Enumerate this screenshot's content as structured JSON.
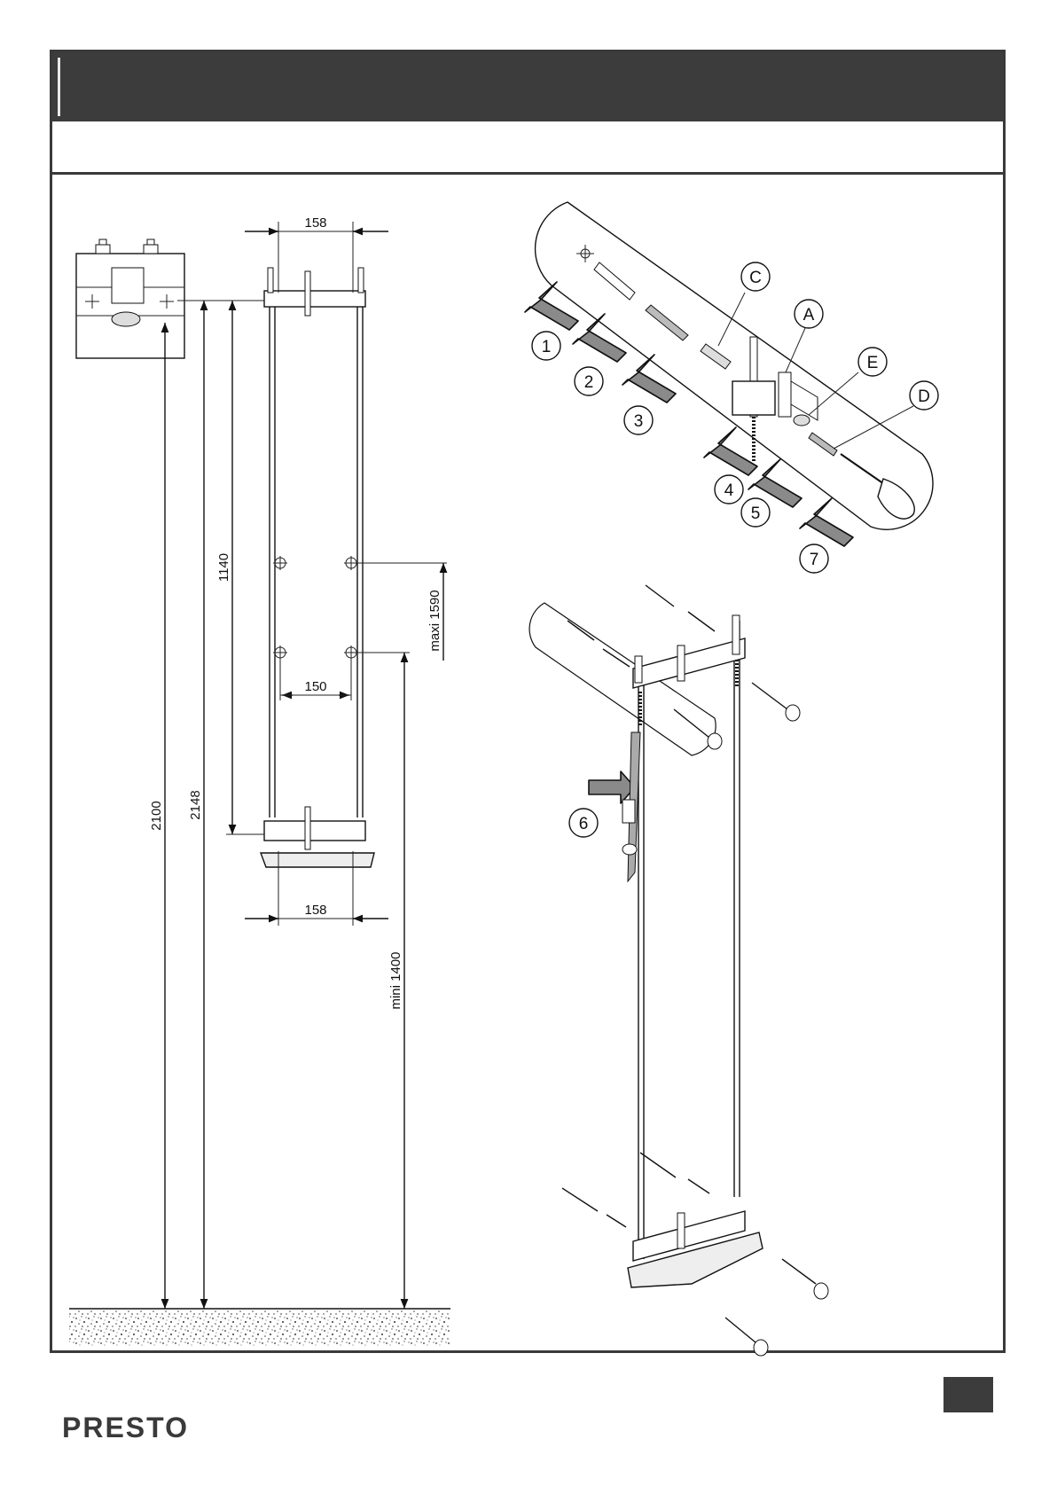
{
  "dimensions": {
    "top_width": "158",
    "bottom_width": "158",
    "hole_spacing": "150",
    "rail_length": "1140",
    "max_height": "maxi 1590",
    "min_height": "mini 1400",
    "floor_to_shower": "2100",
    "floor_to_top": "2148"
  },
  "callouts": {
    "step1": "1",
    "step2": "2",
    "step3": "3",
    "step4": "4",
    "step5": "5",
    "step6": "6",
    "step7": "7",
    "part_a": "A",
    "part_c": "C",
    "part_d": "D",
    "part_e": "E"
  },
  "footer": {
    "brand": "PRESTO"
  },
  "colors": {
    "frame": "#3a3a3a",
    "header": "#3c3c3c",
    "arrow_fill": "#8a8a8a"
  }
}
